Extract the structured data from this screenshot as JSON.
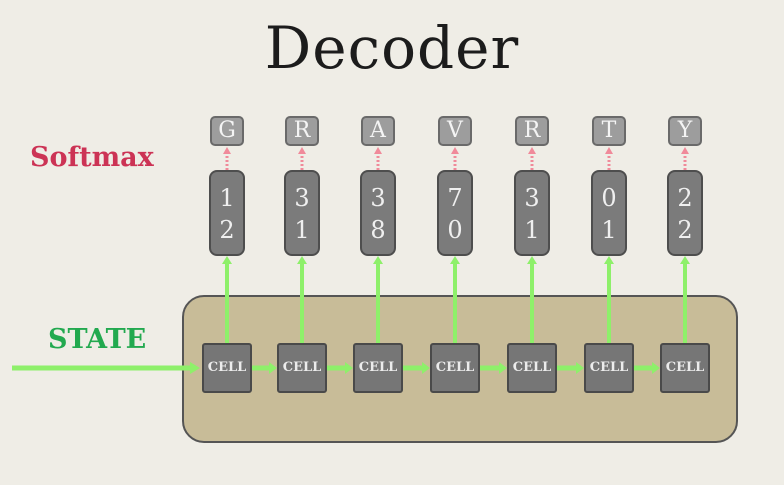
{
  "title": "Decoder",
  "labels": {
    "softmax": "Softmax",
    "state": "STATE"
  },
  "cell_label": "CELL",
  "columns": [
    {
      "char": "G",
      "digits": [
        "1",
        "2"
      ]
    },
    {
      "char": "R",
      "digits": [
        "3",
        "1"
      ]
    },
    {
      "char": "A",
      "digits": [
        "3",
        "8"
      ]
    },
    {
      "char": "V",
      "digits": [
        "7",
        "0"
      ]
    },
    {
      "char": "R",
      "digits": [
        "3",
        "1"
      ]
    },
    {
      "char": "T",
      "digits": [
        "0",
        "1"
      ]
    },
    {
      "char": "Y",
      "digits": [
        "2",
        "2"
      ]
    }
  ],
  "colors": {
    "background": "#efede6",
    "softmax": "#cc3355",
    "state": "#22a94f",
    "state_box": "#c8bc98",
    "arrow_green": "#8ef06a",
    "arrow_pink": "#f08a9a"
  }
}
